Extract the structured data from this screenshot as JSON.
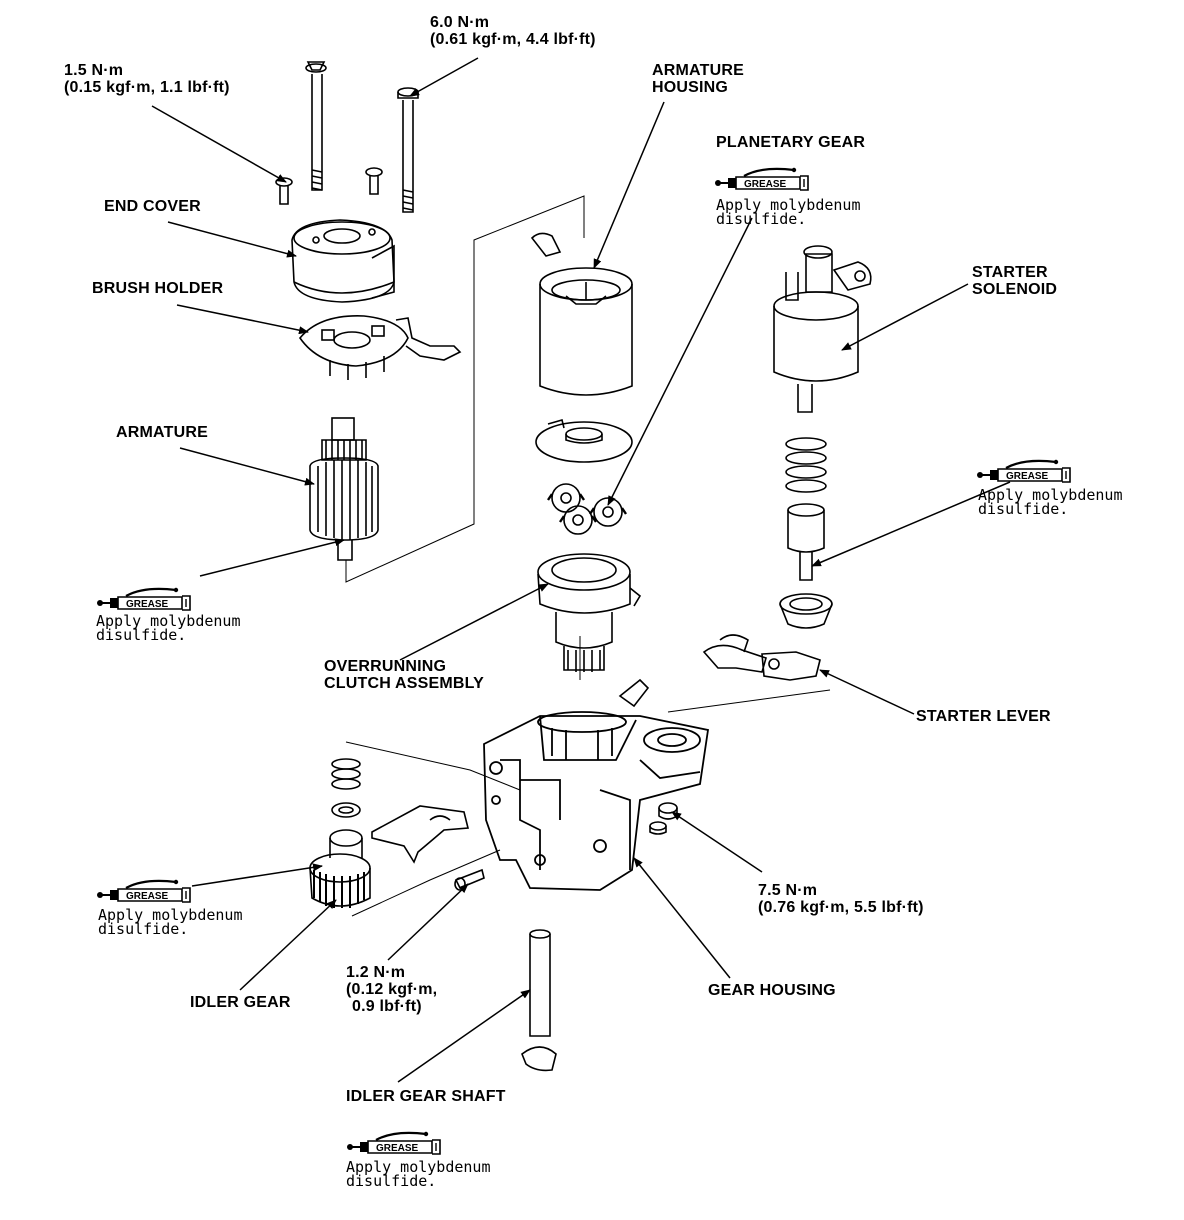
{
  "colors": {
    "ink": "#000000",
    "paper": "#ffffff"
  },
  "labels": {
    "torque_6_0": [
      "6.0 N·m",
      "(0.61 kgf·m, 4.4 lbf·ft)"
    ],
    "torque_1_5": [
      "1.5 N·m",
      "(0.15 kgf·m, 1.1 lbf·ft)"
    ],
    "armature_housing": [
      "ARMATURE",
      "HOUSING"
    ],
    "planetary_gear": [
      "PLANETARY GEAR"
    ],
    "end_cover": [
      "END COVER"
    ],
    "brush_holder": [
      "BRUSH HOLDER"
    ],
    "starter_solenoid": [
      "STARTER",
      "SOLENOID"
    ],
    "armature": [
      "ARMATURE"
    ],
    "overrunning_clutch": [
      "OVERRUNNING",
      "CLUTCH ASSEMBLY"
    ],
    "starter_lever": [
      "STARTER LEVER"
    ],
    "torque_7_5": [
      "7.5 N·m",
      "(0.76 kgf·m, 5.5 lbf·ft)"
    ],
    "torque_1_2": [
      "1.2 N·m",
      "(0.12 kgf·m,",
      "0.9 lbf·ft)"
    ],
    "idler_gear": [
      "IDLER GEAR"
    ],
    "gear_housing": [
      "GEAR HOUSING"
    ],
    "idler_gear_shaft": [
      "IDLER GEAR SHAFT"
    ]
  },
  "grease": {
    "badge_text": "GREASE",
    "note": [
      "Apply molybdenum",
      "disulfide."
    ]
  }
}
